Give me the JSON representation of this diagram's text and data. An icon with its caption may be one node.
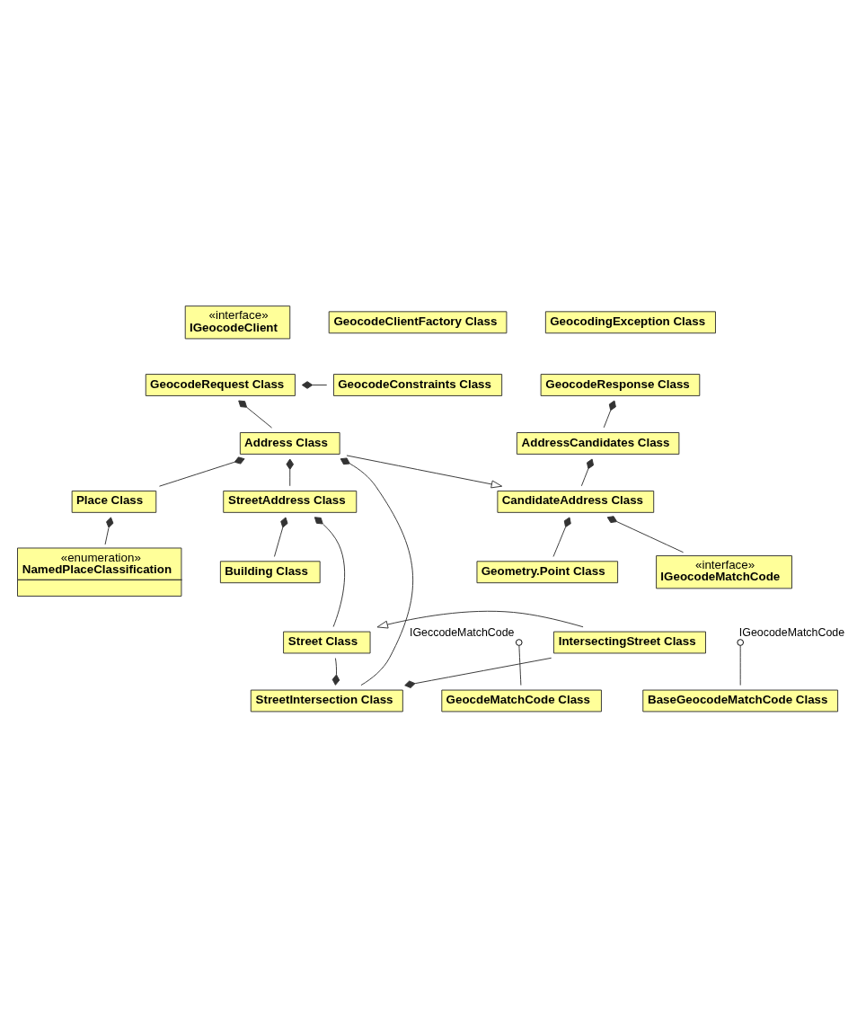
{
  "diagram": {
    "nodes": [
      {
        "text": [
          "«interface»",
          "IGeocodeClient"
        ]
      },
      {
        "text": [
          "GeocodeClientFactory Class"
        ]
      },
      {
        "text": [
          "GeocodingException Class"
        ]
      },
      {
        "text": [
          "GeocodeRequest Class"
        ]
      },
      {
        "text": [
          "GeocodeConstraints Class"
        ]
      },
      {
        "text": [
          "GeocodeResponse Class"
        ]
      },
      {
        "text": [
          "AddressCandidates Class"
        ]
      },
      {
        "text": [
          "Address Class"
        ]
      },
      {
        "text": [
          "Place Class"
        ]
      },
      {
        "text": [
          "«enumeration»",
          "NamedPlaceClassification"
        ]
      },
      {
        "text": [
          "CandidateAddress Class"
        ]
      },
      {
        "text": [
          "StreetAddress Class"
        ]
      },
      {
        "text": [
          "Building Class"
        ]
      },
      {
        "text": [
          "Geometry.Point Class"
        ]
      },
      {
        "text": [
          "Street Class"
        ]
      },
      {
        "text": [
          "IntersectingStreet Class"
        ]
      },
      {
        "text": [
          "«interface»",
          "IGeocodeMatchCode"
        ]
      },
      {
        "text": [
          "StreetIntersection Class"
        ]
      },
      {
        "text": [],
        "shape": "circle",
        "beside": [
          "IGeocodeMatchCode"
        ]
      },
      {
        "text": [],
        "shape": "circle",
        "beside": [
          "IGeccodeMatchCode"
        ]
      },
      {
        "text": [
          "BaseGeocodeMatchCode Class"
        ]
      },
      {
        "text": [
          "GeocdeMatchCode Class"
        ]
      }
    ],
    "edges": [
      {
        "from": 3,
        "to": 4,
        "arrow": "other"
      },
      {
        "from": 3,
        "to": 7,
        "arrow": "other"
      },
      {
        "from": 5,
        "to": 6,
        "arrow": "other"
      },
      {
        "from": 6,
        "to": 10,
        "arrow": "other"
      },
      {
        "from": 7,
        "to": 10,
        "arrow": "to"
      },
      {
        "from": 7,
        "to": 8,
        "arrow": "other"
      },
      {
        "from": 8,
        "to": 9,
        "arrow": "other"
      },
      {
        "from": 7,
        "to": 11,
        "arrow": "other"
      },
      {
        "from": 7,
        "to": 17,
        "arrow": "other"
      },
      {
        "from": 10,
        "to": 16,
        "arrow": "other"
      },
      {
        "from": 10,
        "to": 13,
        "arrow": "other"
      },
      {
        "from": 11,
        "to": 14,
        "arrow": "other"
      },
      {
        "from": 11,
        "to": 12,
        "arrow": "other"
      },
      {
        "from": 15,
        "to": 14,
        "arrow": "to"
      },
      {
        "from": 17,
        "to": 14,
        "arrow": "other"
      },
      {
        "from": 17,
        "to": 15,
        "arrow": "other"
      },
      {
        "from": 18,
        "to": 20,
        "arrow": "none"
      },
      {
        "from": 19,
        "to": 21,
        "arrow": "none"
      }
    ]
  }
}
